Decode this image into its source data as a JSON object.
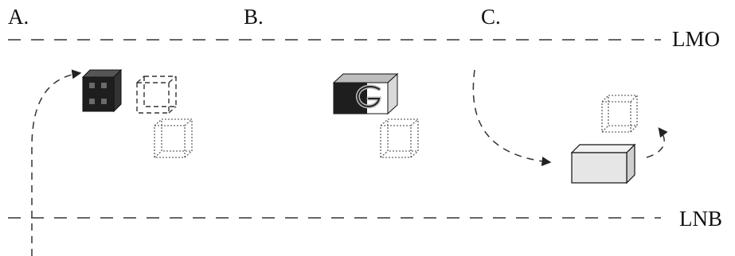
{
  "panels": {
    "a": {
      "label": "A."
    },
    "b": {
      "label": "B."
    },
    "c": {
      "label": "C."
    }
  },
  "lines": {
    "top": {
      "label": "LMO"
    },
    "bottom": {
      "label": "LNB"
    }
  },
  "colors": {
    "ink": "#111111",
    "dark_cube": "#1e1e1e",
    "box_face": "#e6e6e6"
  }
}
